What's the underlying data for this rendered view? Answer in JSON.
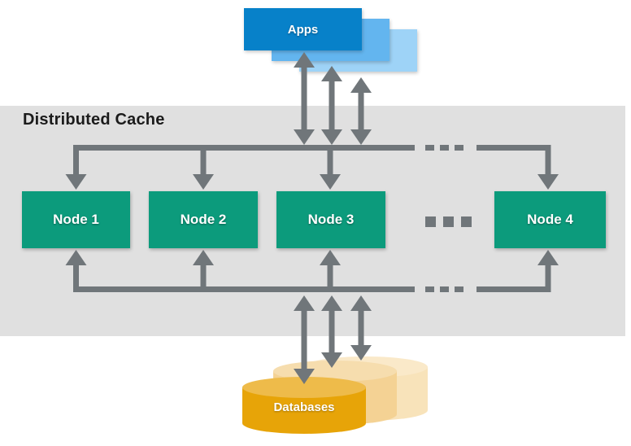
{
  "diagram": {
    "title": "Distributed Cache",
    "apps": {
      "label": "Apps"
    },
    "nodes": [
      {
        "label": "Node 1"
      },
      {
        "label": "Node 2"
      },
      {
        "label": "Node 3"
      },
      {
        "label": "Node 4"
      }
    ],
    "databases": {
      "label": "Databases"
    },
    "colors": {
      "apps_front": "#0781c9",
      "apps_mid": "#63b5ef",
      "apps_back": "#9ed3f7",
      "node_green": "#0c9b7c",
      "band_gray": "#e0e0e0",
      "arrow_gray": "#70767a",
      "db_front_body": "#e7a408",
      "db_front_top": "#eebb4a",
      "db_mid_body": "#f4d294",
      "db_mid_top": "#f6ddae",
      "db_back_body": "#f8e3ba",
      "db_back_top": "#fae9c9"
    }
  }
}
